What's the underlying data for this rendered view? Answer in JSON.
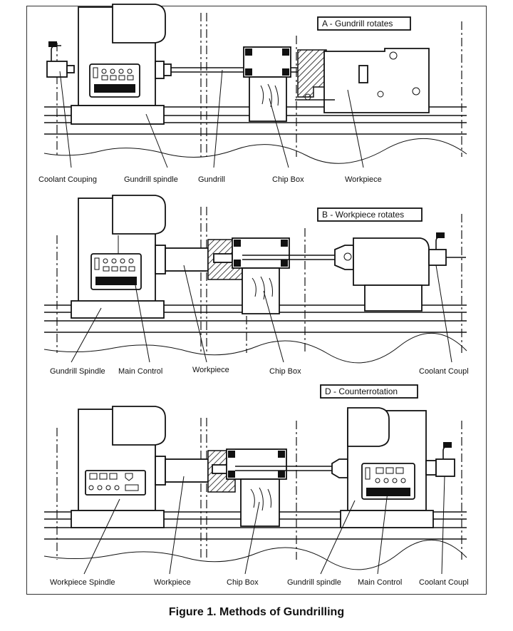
{
  "figure": {
    "caption": "Figure 1.  Methods of Gundrilling",
    "panels": [
      {
        "title": "A - Gundrill rotates",
        "labels": [
          "Coolant Couping",
          "Gundrill spindle",
          "Gundrill",
          "Chip Box",
          "Workpiece"
        ]
      },
      {
        "title": "B - Workpiece rotates",
        "labels": [
          "Gundrill Spindle",
          "Main Control",
          "Workpiece",
          "Chip Box",
          "Coolant Coupl"
        ]
      },
      {
        "title": "D - Counterrotation",
        "labels": [
          "Workpiece Spindle",
          "Workpiece",
          "Chip Box",
          "Gundrill spindle",
          "Main Control",
          "Coolant Coupl"
        ]
      }
    ]
  }
}
